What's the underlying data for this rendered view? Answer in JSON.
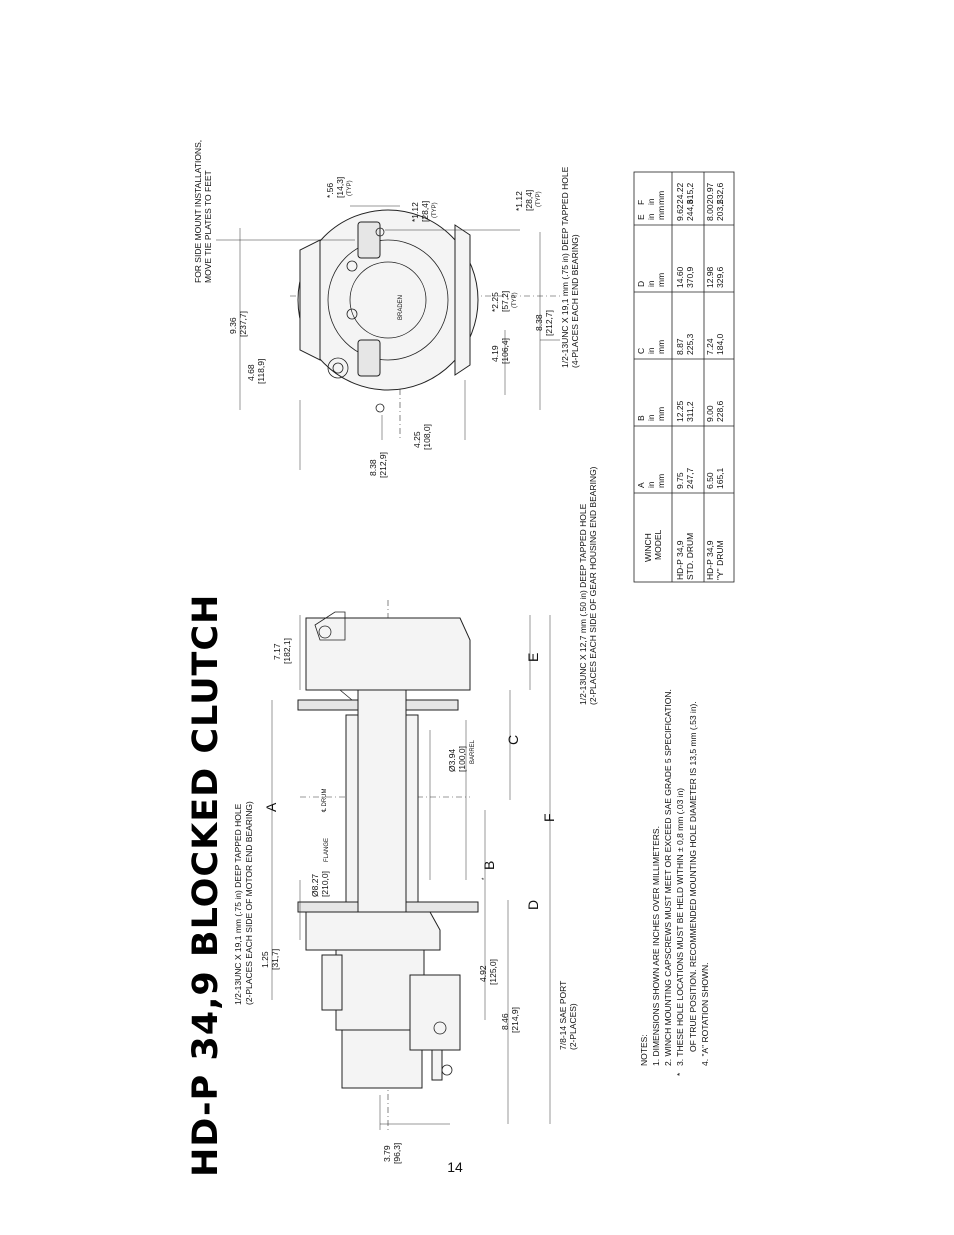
{
  "page": {
    "title": "HD-P 34,9 BLOCKED CLUTCH",
    "page_number": "14"
  },
  "side_view": {
    "tapped_hole_motor": [
      "1/2-13UNC X 19,1 mm (.75 in) DEEP TAPPED HOLE",
      "(2-PLACES EACH SIDE OF MOTOR END BEARING)"
    ],
    "tapped_hole_gear": [
      "1/2-13UNC X 12,7 mm (.50 in) DEEP TAPPED HOLE",
      "(2-PLACES EACH SIDE OF GEAR HOUSING END BEARING)"
    ],
    "sae_port": [
      "7/8-14 SAE PORT",
      "(2-PLACES)"
    ],
    "dim_125": [
      "1.25",
      "[31,7]"
    ],
    "dim_717": [
      "7.17",
      "[182,1]"
    ],
    "dim_827": [
      "Ø8.27",
      "[210,0]"
    ],
    "flange_label": "FLANGE",
    "drum_label": "℄ DRUM",
    "dim_394": [
      "Ø3.94",
      "[100,0]"
    ],
    "barrel_label": "BARREL",
    "dim_492": [
      "4.92",
      "[125,0]"
    ],
    "dim_846": [
      "8.46",
      "[214,9]"
    ],
    "dim_379": [
      "3.79",
      "[96,3]"
    ],
    "letters": {
      "a": "A",
      "b": "B",
      "c": "C",
      "d": "D",
      "e": "E",
      "f": "F"
    },
    "asterisk": "*"
  },
  "end_view": {
    "side_mount_note": [
      "FOR SIDE MOUNT INSTALLATIONS,",
      "MOVE TIE PLATES TO FEET"
    ],
    "dim_056": [
      "*.56",
      "[14,3]",
      "(TYP)"
    ],
    "dim_112_top": [
      "*1.12",
      "[28,4]",
      "(TYP)"
    ],
    "dim_112_bot": [
      "*1.12",
      "[28,4]",
      "(TYP)"
    ],
    "dim_936": [
      "9.36",
      "[237,7]"
    ],
    "dim_468": [
      "4.68",
      "[118,9]"
    ],
    "dim_225": [
      "*2.25",
      "[57,2]",
      "(TYP)"
    ],
    "dim_419": [
      "4.19",
      "[106,4]"
    ],
    "dim_838_right": [
      "8.38",
      "[212,7]"
    ],
    "dim_425": [
      "4.25",
      "[108,0]"
    ],
    "dim_838_left": [
      "8.38",
      "[212,9]"
    ],
    "tapped_hole_feet": [
      "1/2-13UNC X 19,1 mm (.75 in) DEEP TAPPED HOLE",
      "(4-PLACES EACH END BEARING)"
    ],
    "logo_text": "BRADEN"
  },
  "notes": {
    "heading": "NOTES:",
    "items": [
      "1. DIMENSIONS SHOWN ARE INCHES OVER MILLIMETERS.",
      "2. WINCH MOUNTING CAPSCREWS MUST MEET OR EXCEED SAE GRADE 5 SPECIFICATION.",
      "3. THESE HOLE LOCATIONS MUST BE HELD WITHIN ± 0,8 mm (.03 in)",
      "OF TRUE POSITION.  RECOMMENDED MOUNTING HOLE DIAMETER IS 13,5 mm (.53 in).",
      "4. \"A\" ROTATION SHOWN."
    ],
    "asterisk": "*"
  },
  "table": {
    "model_header": [
      "WINCH",
      "MODEL"
    ],
    "columns": [
      {
        "letter": "A",
        "in": "in",
        "mm": "mm"
      },
      {
        "letter": "B",
        "in": "in",
        "mm": "mm"
      },
      {
        "letter": "C",
        "in": "in",
        "mm": "mm"
      },
      {
        "letter": "D",
        "in": "in",
        "mm": "mm"
      },
      {
        "letter": "E",
        "in": "in",
        "mm": "mm"
      },
      {
        "letter": "F",
        "in": "in",
        "mm": "mm"
      }
    ],
    "rows": [
      {
        "model": [
          "HD-P 34,9",
          "STD. DRUM"
        ],
        "values": [
          [
            "9.75",
            "247,7"
          ],
          [
            "12.25",
            "311,2"
          ],
          [
            "8.87",
            "225,3"
          ],
          [
            "14.60",
            "370,9"
          ],
          [
            "9.62",
            "244,3"
          ],
          [
            "24.22",
            "615,2"
          ]
        ]
      },
      {
        "model": [
          "HD-P 34,9",
          "\"Y\" DRUM"
        ],
        "values": [
          [
            "6.50",
            "165,1"
          ],
          [
            "9.00",
            "228,6"
          ],
          [
            "7.24",
            "184,0"
          ],
          [
            "12.98",
            "329,6"
          ],
          [
            "8.00",
            "203,2"
          ],
          [
            "20.97",
            "532,6"
          ]
        ]
      }
    ]
  }
}
